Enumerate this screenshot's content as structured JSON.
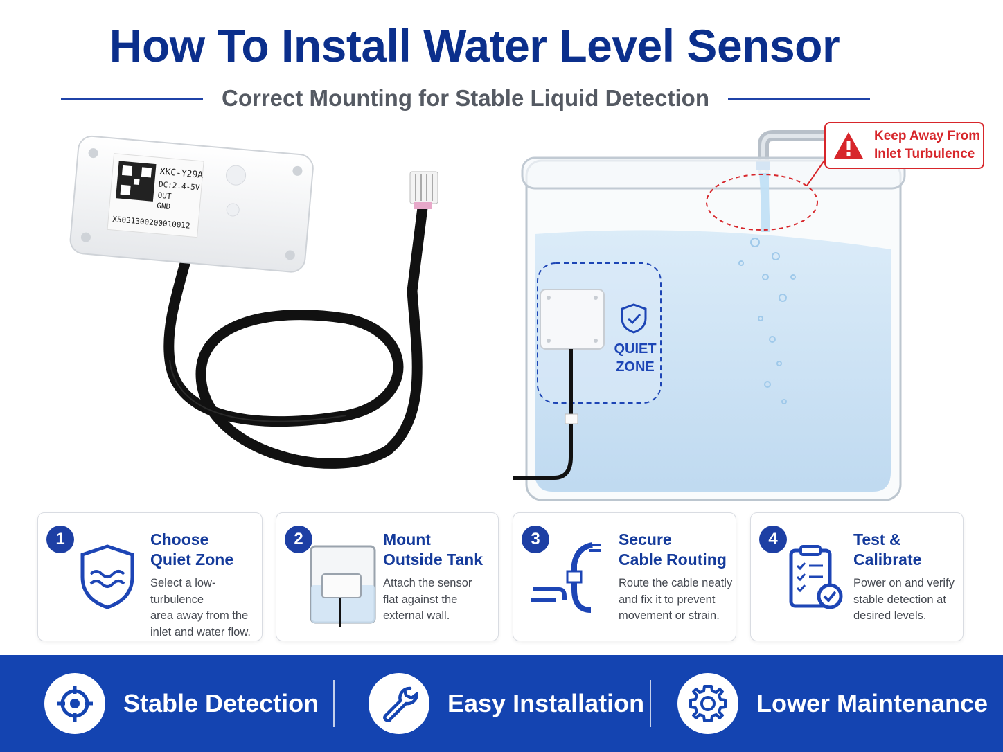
{
  "header": {
    "title": "How To Install Water Level Sensor",
    "subtitle": "Correct Mounting for Stable Liquid Detection"
  },
  "product": {
    "label_lines": [
      "XKC-Y29A",
      "DC:2.4-5V",
      "OUT",
      "GND"
    ],
    "serial": "X5031300200010012"
  },
  "tank": {
    "warning_line1": "Keep Away From",
    "warning_line2": "Inlet Turbulence",
    "quiet_zone_line1": "QUIET",
    "quiet_zone_line2": "ZONE"
  },
  "steps": [
    {
      "number": "1",
      "title_line1": "Choose",
      "title_line2": "Quiet Zone",
      "desc_line1": "Select a low-turbulence",
      "desc_line2": "area away from the",
      "desc_line3": "inlet and water flow.",
      "icon": "shield-water-icon"
    },
    {
      "number": "2",
      "title_line1": "Mount",
      "title_line2": "Outside Tank",
      "desc_line1": "Attach the sensor",
      "desc_line2": "flat against the",
      "desc_line3": "external wall.",
      "icon": "sensor-on-tank-icon"
    },
    {
      "number": "3",
      "title_line1": "Secure",
      "title_line2": "Cable Routing",
      "desc_line1": "Route the cable neatly",
      "desc_line2": "and fix it to prevent",
      "desc_line3": "movement or strain.",
      "icon": "cable-clip-icon"
    },
    {
      "number": "4",
      "title_line1": "Test &",
      "title_line2": "Calibrate",
      "desc_line1": "Power on and verify",
      "desc_line2": "stable detection at",
      "desc_line3": "desired levels.",
      "icon": "clipboard-check-icon"
    }
  ],
  "features": [
    {
      "label": "Stable Detection",
      "icon": "target-icon"
    },
    {
      "label": "Easy Installation",
      "icon": "wrench-icon"
    },
    {
      "label": "Lower Maintenance",
      "icon": "gear-icon"
    }
  ],
  "colors": {
    "primary": "#0b2f8c",
    "accent": "#1444b1",
    "warning": "#d7262b",
    "water": "#cfe4f6"
  }
}
